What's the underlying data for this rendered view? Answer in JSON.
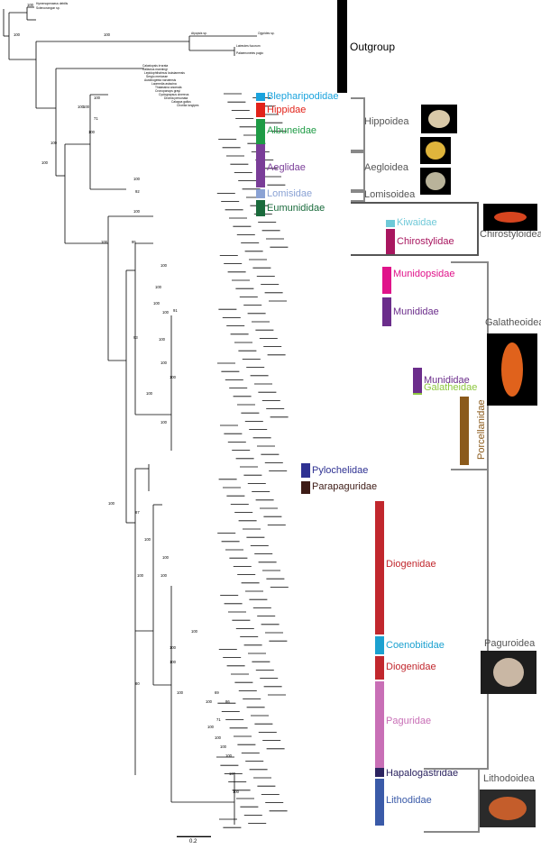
{
  "scale_bar": {
    "label": "0.2"
  },
  "bootstrap": [
    "100",
    "100",
    "100",
    "100",
    "100",
    "100",
    "100",
    "100",
    "100",
    "71",
    "100",
    "92",
    "100",
    "100",
    "95",
    "100",
    "100",
    "100",
    "100",
    "91",
    "93",
    "100",
    "100",
    "100",
    "100",
    "100",
    "87",
    "100",
    "100",
    "100",
    "100",
    "100",
    "100",
    "100",
    "100",
    "80",
    "100",
    "100",
    "100",
    "100",
    "100",
    "100",
    "71",
    "86",
    "69",
    "100",
    "100"
  ],
  "taxa_outgroup": [
    "Hymenopenaeus debilis",
    "Sclerocrangon sp.",
    "Atyopsis sp.",
    "Ogyrides sp.",
    "Latreutes fucorum",
    "Palaemonetes pugio",
    "Calaxiopsis irrorata",
    "Callaxius manningi",
    "Lepidophthalmus louisianensis",
    "Sergio mericeae",
    "Austinogebia narutensis",
    "Laomedia astacina",
    "Thalassina anomala",
    "Cronopanops grayi",
    "Cyclograpsus cinereus",
    "Dromia personata",
    "Calappa gallus",
    "Chorilia longipes"
  ],
  "families": [
    {
      "name": "Blepharipodidae",
      "color": "#1aa3dd"
    },
    {
      "name": "Hippidae",
      "color": "#e2231a"
    },
    {
      "name": "Albuneidae",
      "color": "#1e9b45"
    },
    {
      "name": "Aeglidae",
      "color": "#7a3d98"
    },
    {
      "name": "Lomisidae",
      "color": "#8aa2d4"
    },
    {
      "name": "Eumunididae",
      "color": "#1a6b3c"
    },
    {
      "name": "Kiwaidae",
      "color": "#6fc9d8"
    },
    {
      "name": "Chirostylidae",
      "color": "#a8165f"
    },
    {
      "name": "Munidopsidae",
      "color": "#e0138a"
    },
    {
      "name": "Munididae",
      "color": "#6b2d8b"
    },
    {
      "name": "Galatheidae",
      "color": "#8dc63f"
    },
    {
      "name": "Munididae",
      "color": "#6b2d8b"
    },
    {
      "name": "Porcellanidae",
      "color": "#8b5a1b"
    },
    {
      "name": "Pylochelidae",
      "color": "#2e3192"
    },
    {
      "name": "Parapaguridae",
      "color": "#3d1b16"
    },
    {
      "name": "Diogenidae",
      "color": "#c1272d"
    },
    {
      "name": "Coenobitidae",
      "color": "#1ba1d0"
    },
    {
      "name": "Diogenidae",
      "color": "#c1272d"
    },
    {
      "name": "Paguridae",
      "color": "#c86fb6"
    },
    {
      "name": "Hapalogastridae",
      "color": "#2b2360"
    },
    {
      "name": "Lithodidae",
      "color": "#3a5aa8"
    }
  ],
  "outgroup": {
    "name": "Outgroup",
    "color": "#000000"
  },
  "superfamilies": [
    "Hippoidea",
    "Aegloidea",
    "Lomisoidea",
    "Chirostyloidea",
    "Galatheoidea",
    "Paguroidea",
    "Lithodoidea"
  ]
}
